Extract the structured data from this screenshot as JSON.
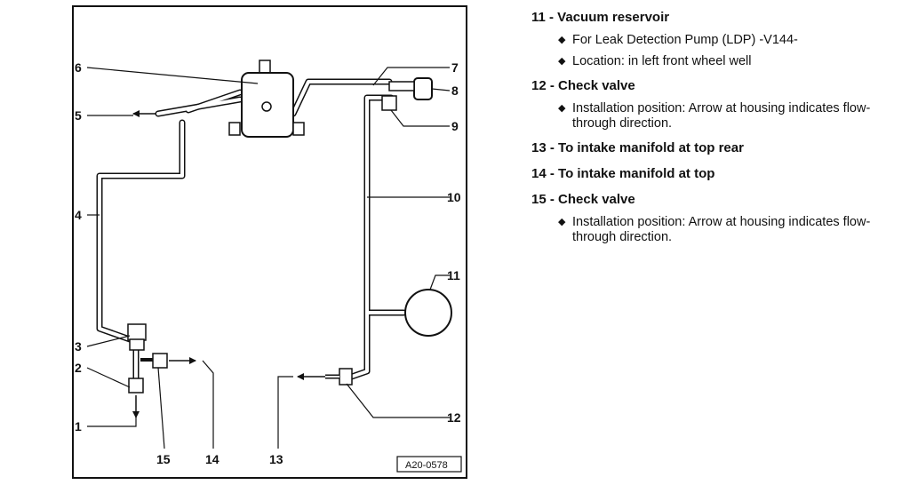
{
  "callouts": [
    "1",
    "2",
    "3",
    "4",
    "5",
    "6",
    "7",
    "8",
    "9",
    "10",
    "11",
    "12",
    "13",
    "14",
    "15"
  ],
  "figure_id": "A20-0578",
  "bullet_icon": "diamond-bullet-icon",
  "legend": [
    {
      "title": "11 - Vacuum reservoir",
      "bullets": [
        "For Leak Detection Pump (LDP) -V144-",
        "Location: in left front wheel well"
      ]
    },
    {
      "title": "12 - Check valve",
      "bullets": [
        "Installation position: Arrow at housing indicates flow-through direction."
      ]
    },
    {
      "title": "13 - To intake manifold at top rear",
      "bullets": []
    },
    {
      "title": "14 - To intake manifold at top",
      "bullets": []
    },
    {
      "title": "15 - Check valve",
      "bullets": [
        "Installation position: Arrow at housing indicates flow-through direction."
      ]
    }
  ]
}
